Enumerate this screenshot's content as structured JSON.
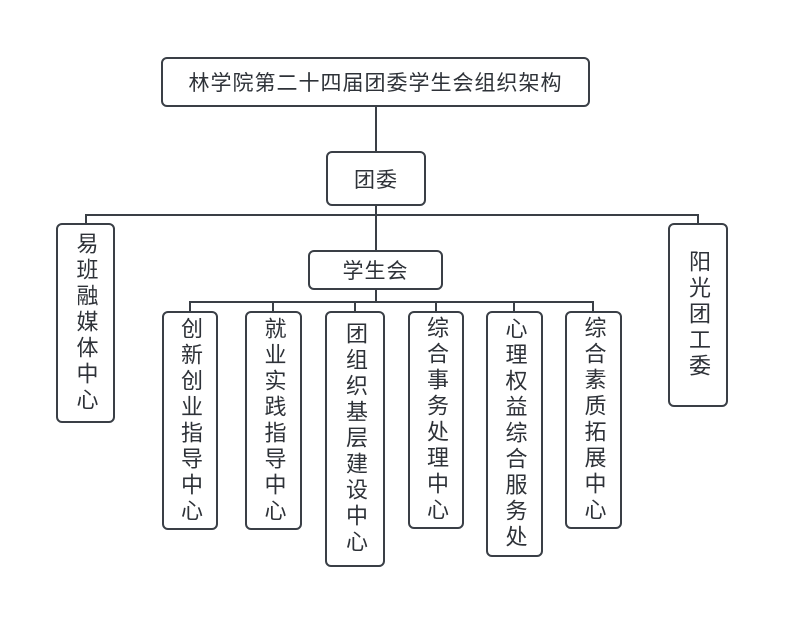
{
  "org_chart": {
    "title": "林学院第二十四届团委学生会组织架构",
    "committee": {
      "label": "团委"
    },
    "student_union": {
      "label": "学生会"
    },
    "side_branches": {
      "left": {
        "label": "易班融媒体中心"
      },
      "right": {
        "label": "阳光团工委"
      }
    },
    "departments": [
      {
        "label": "创新创业指导中心"
      },
      {
        "label": "就业实践指导中心"
      },
      {
        "label": "团组织基层建设中心"
      },
      {
        "label": "综合事务处理中心"
      },
      {
        "label": "心理权益综合服务处"
      },
      {
        "label": "综合素质拓展中心"
      }
    ]
  },
  "colors": {
    "line": "#3a3f46",
    "text": "#2e3238",
    "background": "#ffffff"
  }
}
